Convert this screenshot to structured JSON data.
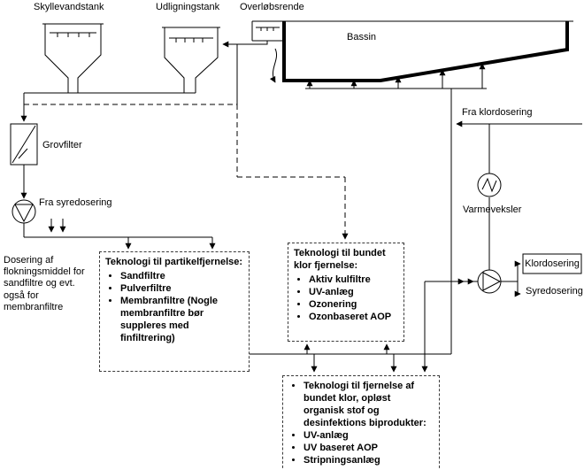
{
  "labels": {
    "skyllevandstank": "Skyllevandstank",
    "udligningstank": "Udligningstank",
    "overlobsrende": "Overløbsrende",
    "bassin": "Bassin",
    "grovfilter": "Grovfilter",
    "fra_syredosering": "Fra syredosering",
    "fra_klordosering": "Fra klordosering",
    "varmeveksler": "Varmeveksler",
    "klordosering": "Klordosering",
    "syredosering": "Syredosering",
    "dosering_note": "Dosering af flokningsmiddel for sandfiltre og evt. også for membranfiltre"
  },
  "boxes": {
    "particle_removal": {
      "title": "Teknologi til partikelfjernelse:",
      "items": [
        "Sandfiltre",
        "Pulverfiltre",
        "Membranfiltre (Nogle membranfiltre bør suppleres med finfiltrering)"
      ]
    },
    "bound_chlorine_removal": {
      "title": "Teknologi til bundet klor fjernelse:",
      "items": [
        "Aktiv kulfiltre",
        "UV-anlæg",
        "Ozonering",
        "Ozonbaseret AOP"
      ]
    },
    "byproduct_removal": {
      "title": "Teknologi til fjernelse af bundet klor, opløst organisk stof og desinfektions biprodukter:",
      "items": [
        "UV-anlæg",
        "UV baseret AOP",
        "Stripningsanlæg"
      ]
    }
  },
  "colors": {
    "line": "#000000",
    "background": "#ffffff"
  }
}
